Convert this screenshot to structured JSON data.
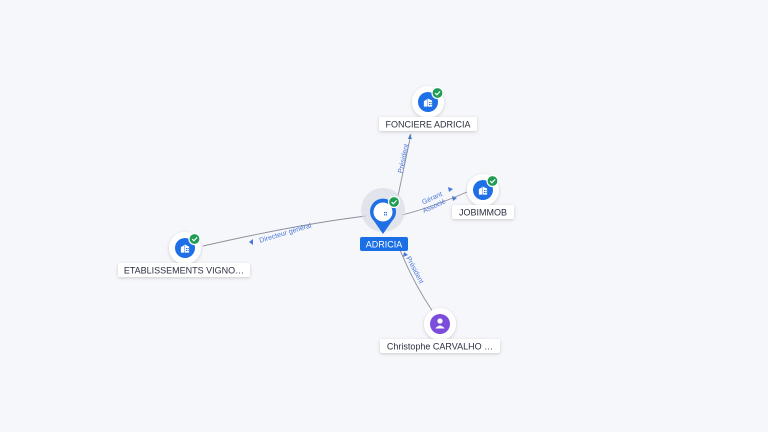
{
  "center": {
    "label": "ADRICIA",
    "icon": "company-building-icon",
    "verified": true
  },
  "nodes": [
    {
      "id": "fonciere",
      "label": "FONCIERE ADRICIA",
      "type": "company",
      "icon": "company-building-icon",
      "verified": true
    },
    {
      "id": "jobimmob",
      "label": "JOBIMMOB",
      "type": "company",
      "icon": "company-building-icon",
      "verified": true
    },
    {
      "id": "etablissements",
      "label": "ETABLISSEMENTS VIGNO…",
      "type": "company",
      "icon": "company-building-icon",
      "verified": true
    },
    {
      "id": "christophe",
      "label": "Christophe CARVALHO …",
      "type": "person",
      "icon": "person-icon",
      "verified": false
    }
  ],
  "edges": [
    {
      "target": "fonciere",
      "label": "Président"
    },
    {
      "target": "jobimmob",
      "label": "Gérant",
      "label2": "Associé"
    },
    {
      "target": "etablissements",
      "label": "Directeur général"
    },
    {
      "target": "christophe",
      "label": "Président"
    }
  ],
  "colors": {
    "company": "#1f6fe6",
    "person": "#7c4ddb",
    "verified": "#1f9d55",
    "edge": "#8a8f9c",
    "edge_label": "#4a78d8",
    "center_label_bg": "#1a6ee6"
  }
}
